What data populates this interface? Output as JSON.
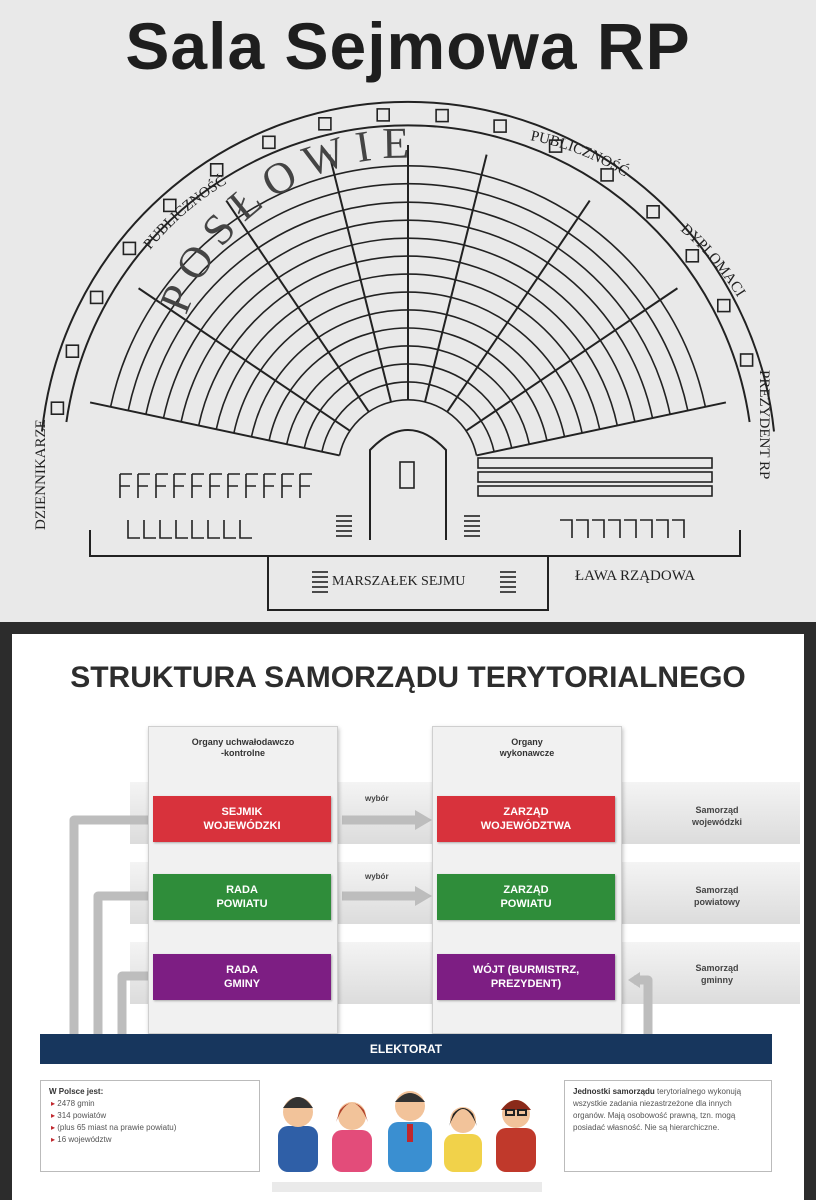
{
  "sejm": {
    "title": "Sala Sejmowa RP",
    "labels": {
      "poslowie": "POSŁOWIE",
      "publicznosc_left": "PUBLICZNOŚĆ",
      "publicznosc_right": "PUBLICZNOŚĆ",
      "dyplomaci": "DYPLOMACI",
      "prezydent": "PREZYDENT RP",
      "dziennikarze": "DZIENNIKARZE",
      "marszalek": "MARSZAŁEK SEJMU",
      "lawa": "ŁAWA RZĄDOWA"
    }
  },
  "structure": {
    "title": "STRUKTURA SAMORZĄDU TERYTORIALNEGO",
    "col_left_header": "Organy uchwałodawczo\n-kontrolne",
    "col_right_header": "Organy\nwykonawcze",
    "vote_label": "wybór",
    "rows": [
      {
        "left": "SEJMIK\nWOJEWÓDZKI",
        "right": "ZARZĄD\nWOJEWÓDZTWA",
        "label": "Samorząd\nwojewódzki",
        "color": "#d8323c"
      },
      {
        "left": "RADA\nPOWIATU",
        "right": "ZARZĄD\nPOWIATU",
        "label": "Samorząd\npowiatowy",
        "color": "#2f8d3a"
      },
      {
        "left": "RADA\nGMINY",
        "right": "WÓJT (BURMISTRZ,\nPREZYDENT)",
        "label": "Samorząd\ngminny",
        "color": "#7d1e83"
      }
    ],
    "elektorat": "ELEKTORAT",
    "info_left": {
      "title": "W Polsce jest:",
      "items": [
        "2478 gmin",
        "314 powiatów",
        "(plus 65 miast na prawie powiatu)",
        "16 województw"
      ]
    },
    "info_right": {
      "title": "Jednostki samorządu",
      "text": "terytorialnego wykonują wszystkie zadania niezastrzeżone dla innych organów. Mają osobowość prawną, tzn. mogą posiadać własność. Nie są hierarchiczne."
    }
  }
}
